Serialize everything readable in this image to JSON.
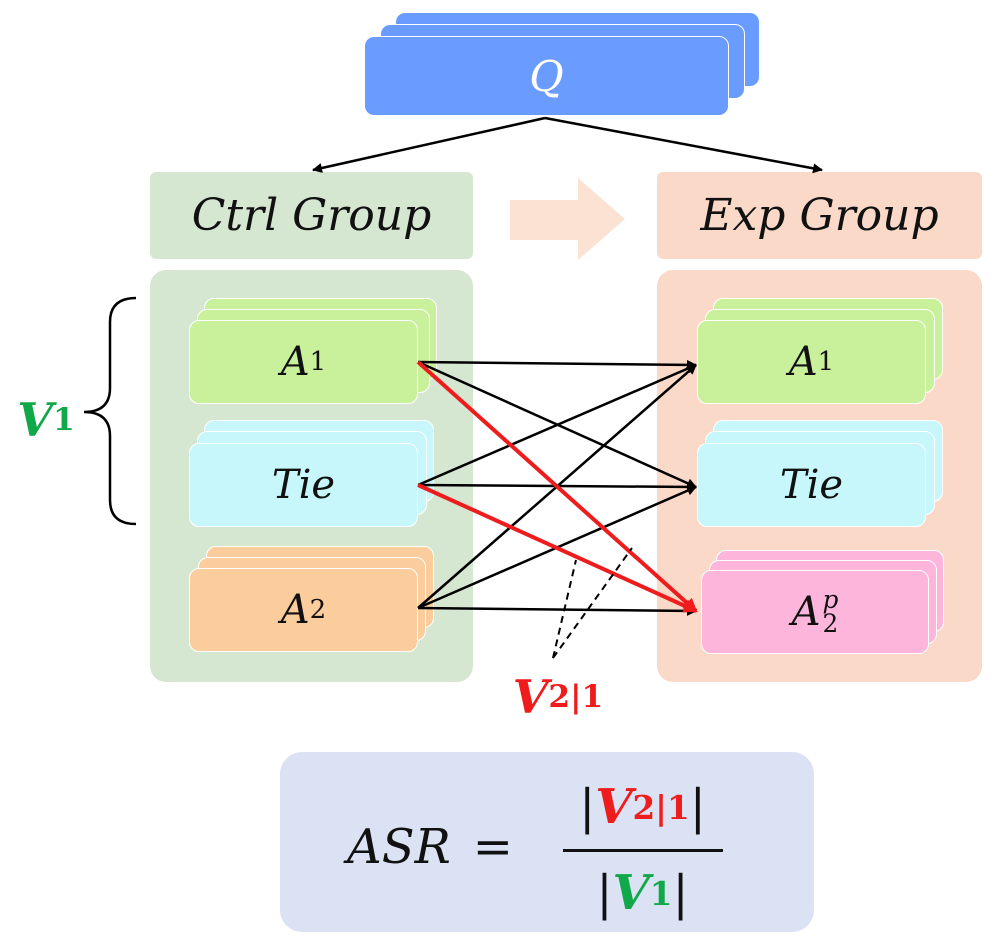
{
  "colors": {
    "q_box": "#6a9bff",
    "ctrl_group": "#d6e7d1",
    "exp_group": "#fbd9c9",
    "a1_card": "#c9f09a",
    "tie_card": "#c7f7fb",
    "a2_card": "#fbcd9d",
    "a2p_card": "#feb5dc",
    "transition_arrow": "#fbe2d3",
    "asr_box": "#dbe2f3",
    "red_arrow": "#ee1c1c",
    "v1_green": "#11a84a",
    "black_arrow": "#000000"
  },
  "top": {
    "label": "Q"
  },
  "groups": {
    "ctrl_label": "Ctrl Group",
    "exp_label": "Exp Group"
  },
  "ctrl_items": {
    "a1": {
      "base": "A",
      "sub": "1"
    },
    "tie": {
      "text": "Tie"
    },
    "a2": {
      "base": "A",
      "sub": "2"
    }
  },
  "exp_items": {
    "a1": {
      "base": "A",
      "sub": "1"
    },
    "tie": {
      "text": "Tie"
    },
    "a2p": {
      "base": "A",
      "sub": "2",
      "sup": "p"
    }
  },
  "brace_label": {
    "var": "V",
    "sub": "1"
  },
  "subset_label": {
    "var": "V",
    "sub": "2|1"
  },
  "formula": {
    "lhs": "ASR",
    "equals": "=",
    "num_bar_left": "|",
    "num_var": "V",
    "num_sub": "2|1",
    "num_bar_right": "|",
    "den_bar_left": "|",
    "den_var": "V",
    "den_sub": "1",
    "den_bar_right": "|"
  }
}
